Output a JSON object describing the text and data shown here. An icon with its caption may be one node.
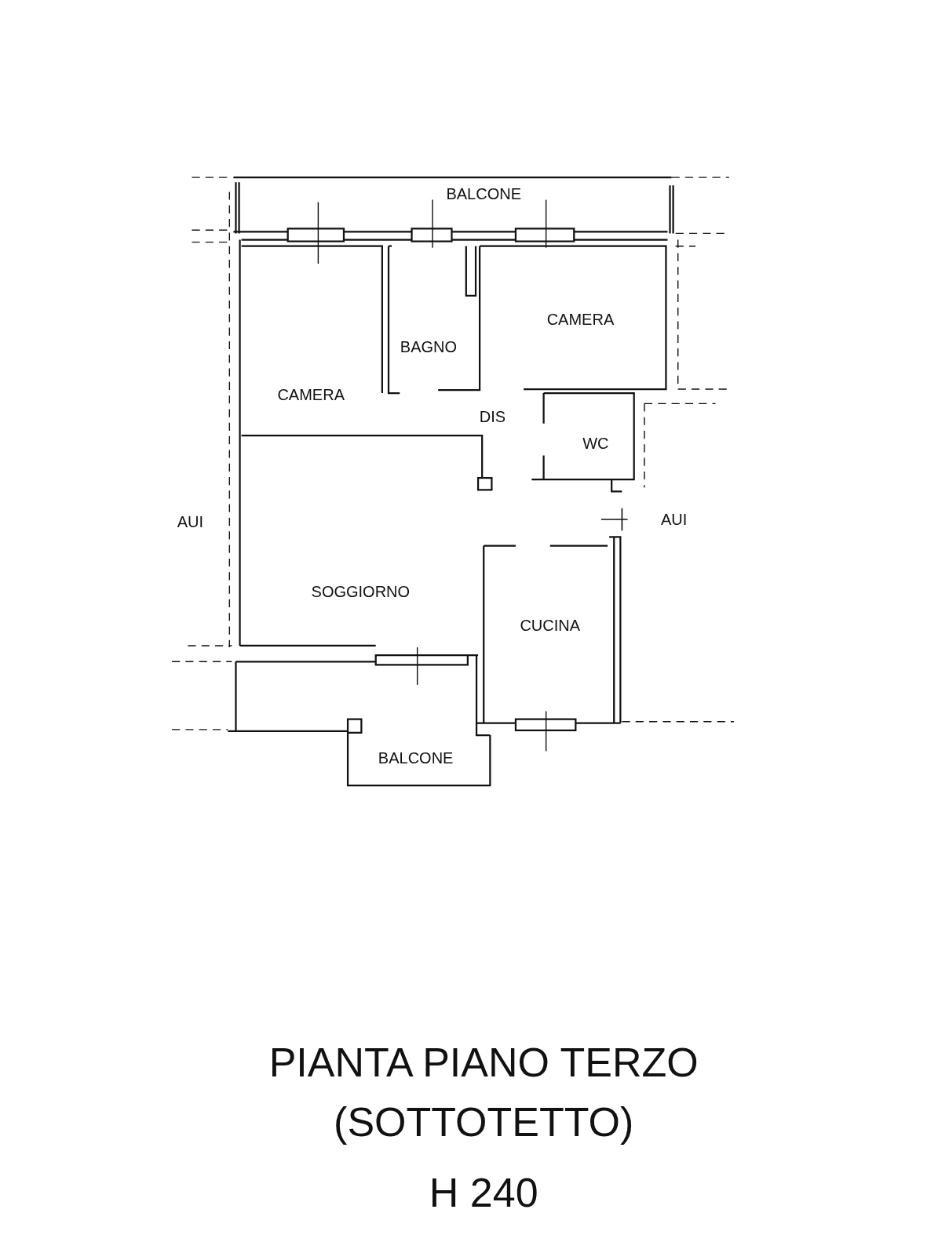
{
  "diagram": {
    "title": "PIANTA PIANO TERZO (SOTTOTETTO)",
    "labels": [
      "BALCONE",
      "CAMERA",
      "BAGNO",
      "CAMERA",
      "DIS",
      "WC",
      "AUI",
      "AUI",
      "SOGGIORNO",
      "CUCINA",
      "BALCONE",
      "H 240"
    ]
  }
}
